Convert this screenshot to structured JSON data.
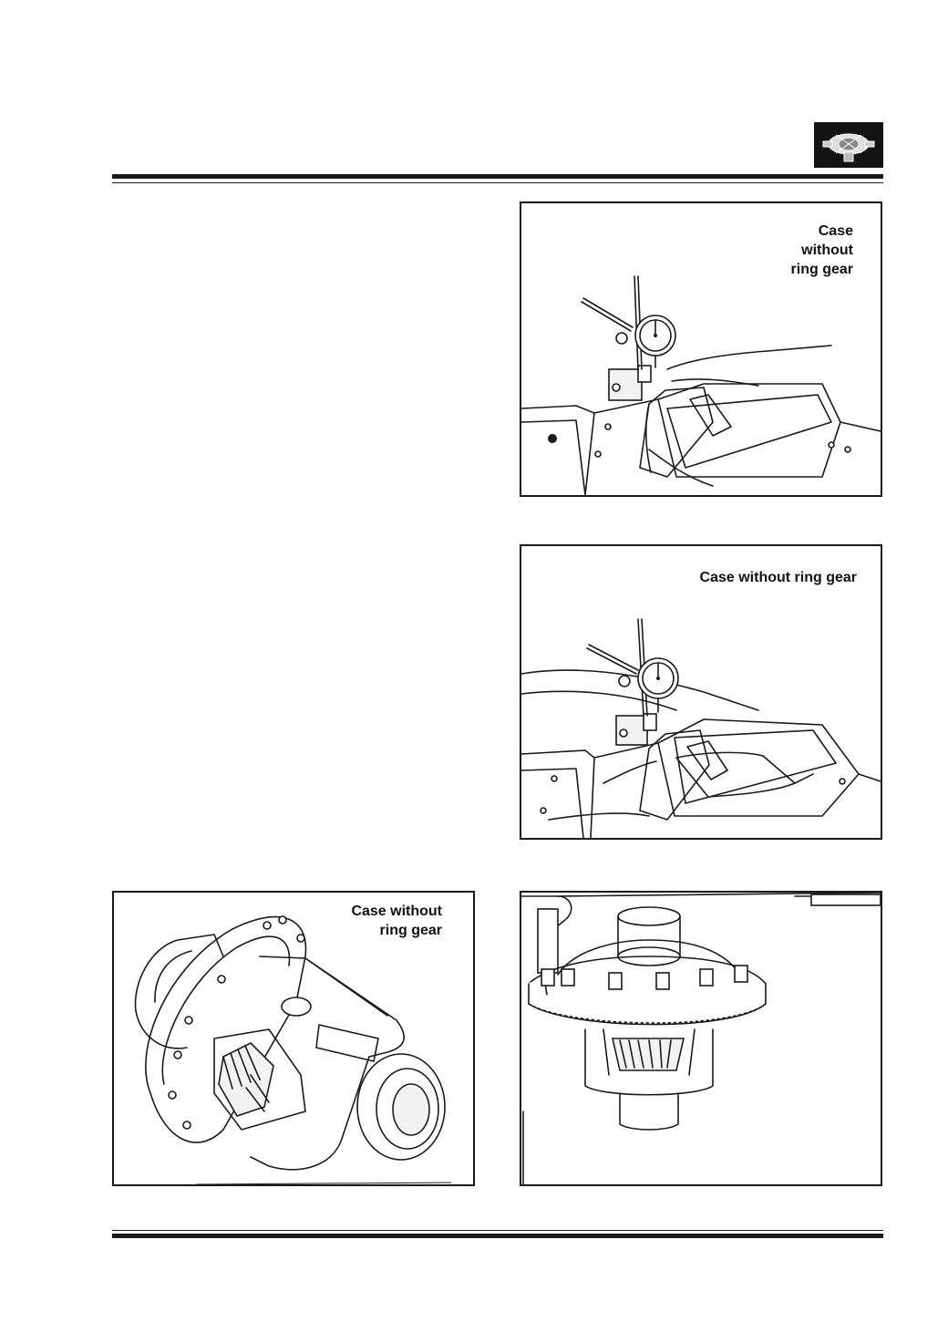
{
  "figures": [
    {
      "id": "fig1",
      "caption": "Case\nwithout\nring gear",
      "icon": "dial-indicator-on-housing"
    },
    {
      "id": "fig2",
      "caption": "Case without ring gear",
      "icon": "dial-indicator-on-housing"
    },
    {
      "id": "fig3",
      "caption": "Case without\nring gear",
      "icon": "differential-case"
    },
    {
      "id": "fig4",
      "caption": "",
      "icon": "differential-with-ring-gear"
    }
  ],
  "logo": {
    "icon": "differential-section-icon",
    "background": "#141414"
  }
}
